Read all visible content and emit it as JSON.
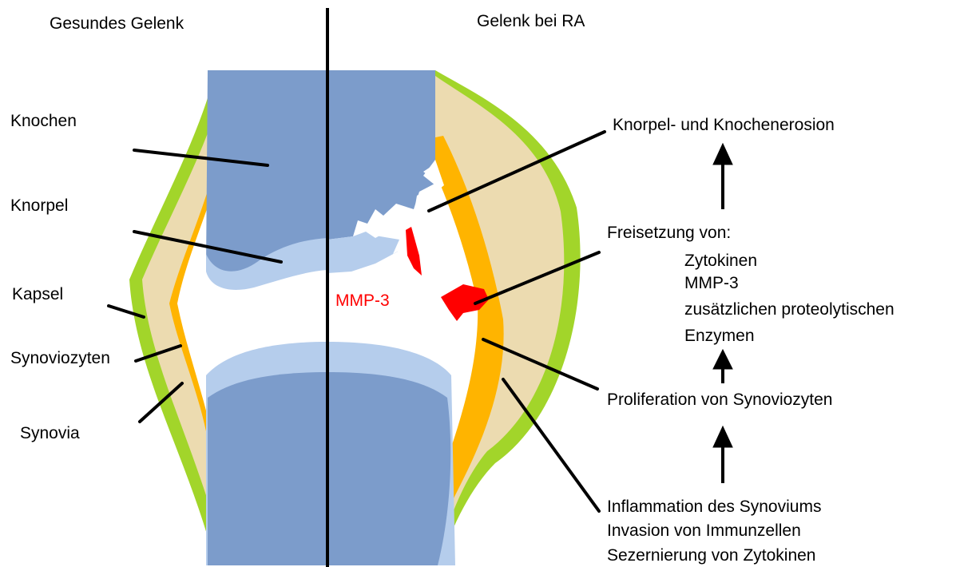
{
  "titles": {
    "healthy": "Gesundes Gelenk",
    "ra": "Gelenk bei RA"
  },
  "labels_healthy": {
    "bone": "Knochen",
    "cartilage": "Knorpel",
    "capsule": "Kapsel",
    "synoviocytes": "Synoviozyten",
    "synovia": "Synovia"
  },
  "labels_ra": {
    "mmp": "MMP-3",
    "erosion": "Knorpel- und Knochenerosion",
    "release_heading": "Freisetzung von:",
    "release_items": [
      "Zytokinen",
      "MMP-3",
      "zusätzlichen proteolytischen",
      "Enzymen"
    ],
    "proliferation": "Proliferation von Synoviozyten",
    "inflammation_lines": [
      "Inflammation des Synoviums",
      "Invasion von Immunzellen",
      "Sezernierung von Zytokinen"
    ]
  },
  "colors": {
    "bone": "#7c9ccb",
    "cartilage": "#b5cdec",
    "capsule": "#a2d52a",
    "synovial_tissue": "#ecdbb0",
    "synoviocytes": "#ffb400",
    "mmp": "#ff0000",
    "lines": "#000000"
  }
}
